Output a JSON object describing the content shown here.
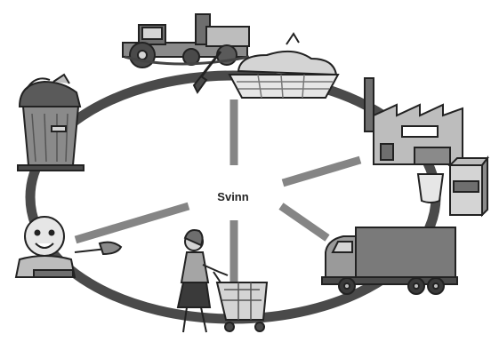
{
  "diagram": {
    "center_label": "Svinn",
    "factory_sign": "",
    "carton_label": "",
    "colors": {
      "ring": "#4a4a4a",
      "spoke": "#858585",
      "ink": "#222222",
      "fill_dark": "#6e6e6e",
      "fill_mid": "#a5a5a5",
      "fill_light": "#d4d4d4"
    },
    "stages": [
      {
        "name": "farm-tractor",
        "icon": "tractor-icon"
      },
      {
        "name": "harvest-basket",
        "icon": "basket-icon"
      },
      {
        "name": "food-factory",
        "icon": "factory-icon"
      },
      {
        "name": "packaged-goods",
        "icon": "carton-icon"
      },
      {
        "name": "transport-truck",
        "icon": "truck-icon"
      },
      {
        "name": "shopper",
        "icon": "shopping-cart-icon"
      },
      {
        "name": "eater",
        "icon": "person-eating-icon"
      },
      {
        "name": "garbage-bin",
        "icon": "trash-can-icon"
      }
    ]
  }
}
